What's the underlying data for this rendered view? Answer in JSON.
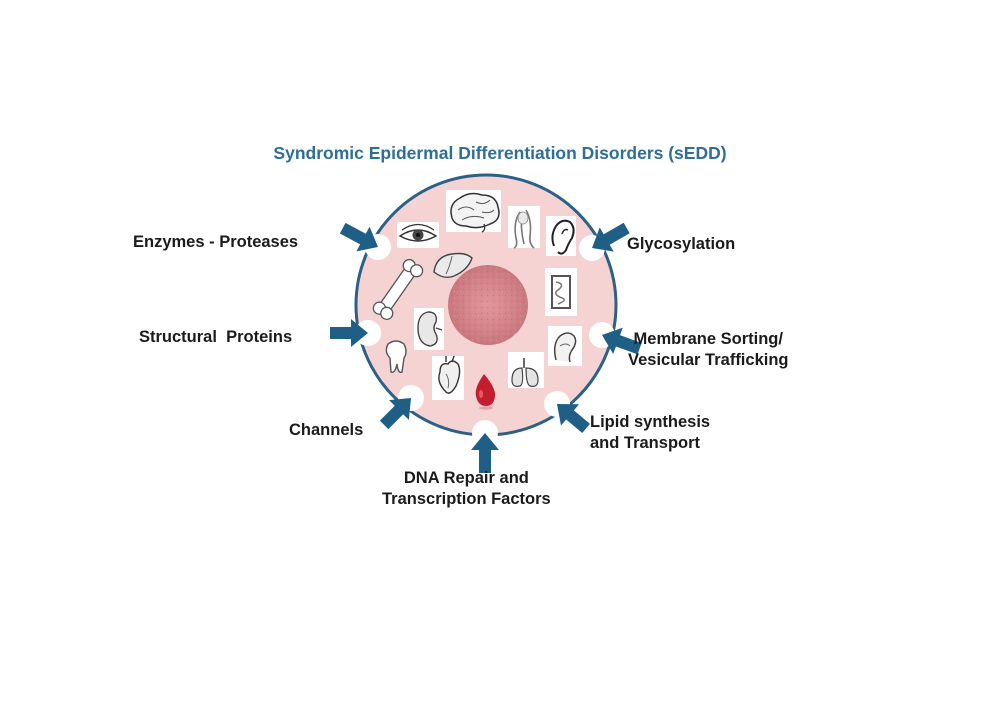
{
  "title": "Syndromic Epidermal Differentiation Disorders (sEDD)",
  "categories": {
    "enzymes": "Enzymes - Proteases",
    "glycosylation": "Glycosylation",
    "structural": "Structural  Proteins",
    "membrane": [
      "Membrane Sorting/",
      "Vesicular Trafficking"
    ],
    "channels": "Channels",
    "lipid": [
      "Lipid synthesis",
      "and Transport"
    ],
    "dna": [
      "DNA Repair and",
      "Transcription Factors"
    ]
  },
  "organ_icons": [
    "eye-icon",
    "brain-icon",
    "hair-icon",
    "ear-icon",
    "liver-icon",
    "bone-icon",
    "intestine-icon",
    "kidney-icon",
    "muscle-icon",
    "tooth-icon",
    "heart-icon",
    "blood-drop-icon",
    "lungs-icon",
    "skin-tissue-icon"
  ],
  "colors": {
    "title": "#2f6e96",
    "arrow": "#1f5f86",
    "circle_fill": "#f6d3d3",
    "circle_border": "#2b6185",
    "center_tissue": "#d9878d"
  }
}
